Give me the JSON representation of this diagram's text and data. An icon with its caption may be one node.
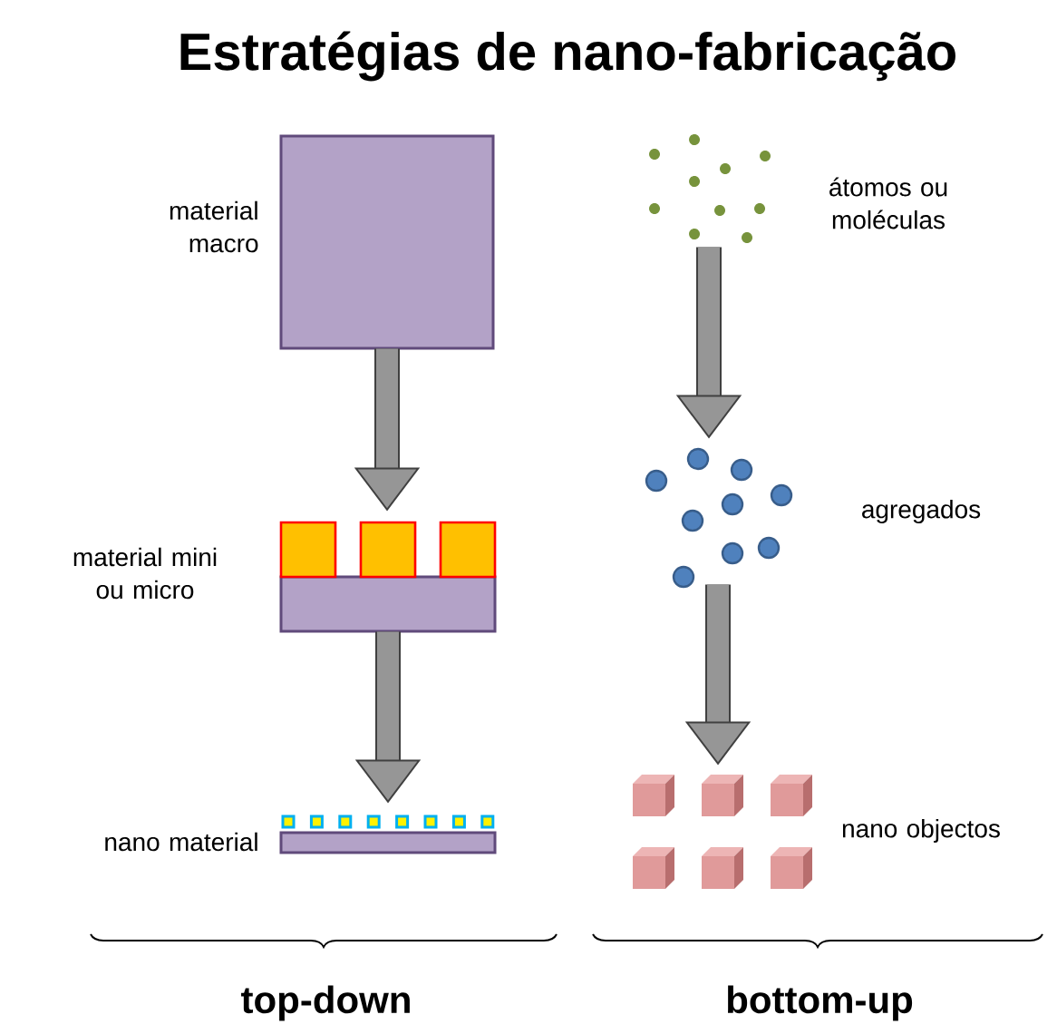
{
  "diagram": {
    "title": "Estratégias de nano-fabricação",
    "nodes": [
      {
        "text": [],
        "shape": "box",
        "beside": [
          "material macro"
        ]
      },
      {
        "text": [],
        "shape": "box",
        "beside": [
          "material mini ou micro"
        ]
      },
      {
        "text": [],
        "shape": "box",
        "beside": [
          "nano material"
        ]
      },
      {
        "text": [],
        "shape": "dots",
        "beside": [
          "átomos ou moléculas"
        ]
      },
      {
        "text": [],
        "shape": "dots",
        "beside": [
          "agregados"
        ]
      },
      {
        "text": [],
        "shape": "cubes",
        "beside": [
          "nano objectos"
        ]
      }
    ],
    "edges": [
      {
        "from": 0,
        "to": 1,
        "arrow": "to"
      },
      {
        "from": 1,
        "to": 2,
        "arrow": "to"
      },
      {
        "from": 3,
        "to": 4,
        "arrow": "to"
      },
      {
        "from": 4,
        "to": 5,
        "arrow": "to"
      }
    ],
    "labels": [
      "top-down",
      "bottom-up"
    ]
  }
}
